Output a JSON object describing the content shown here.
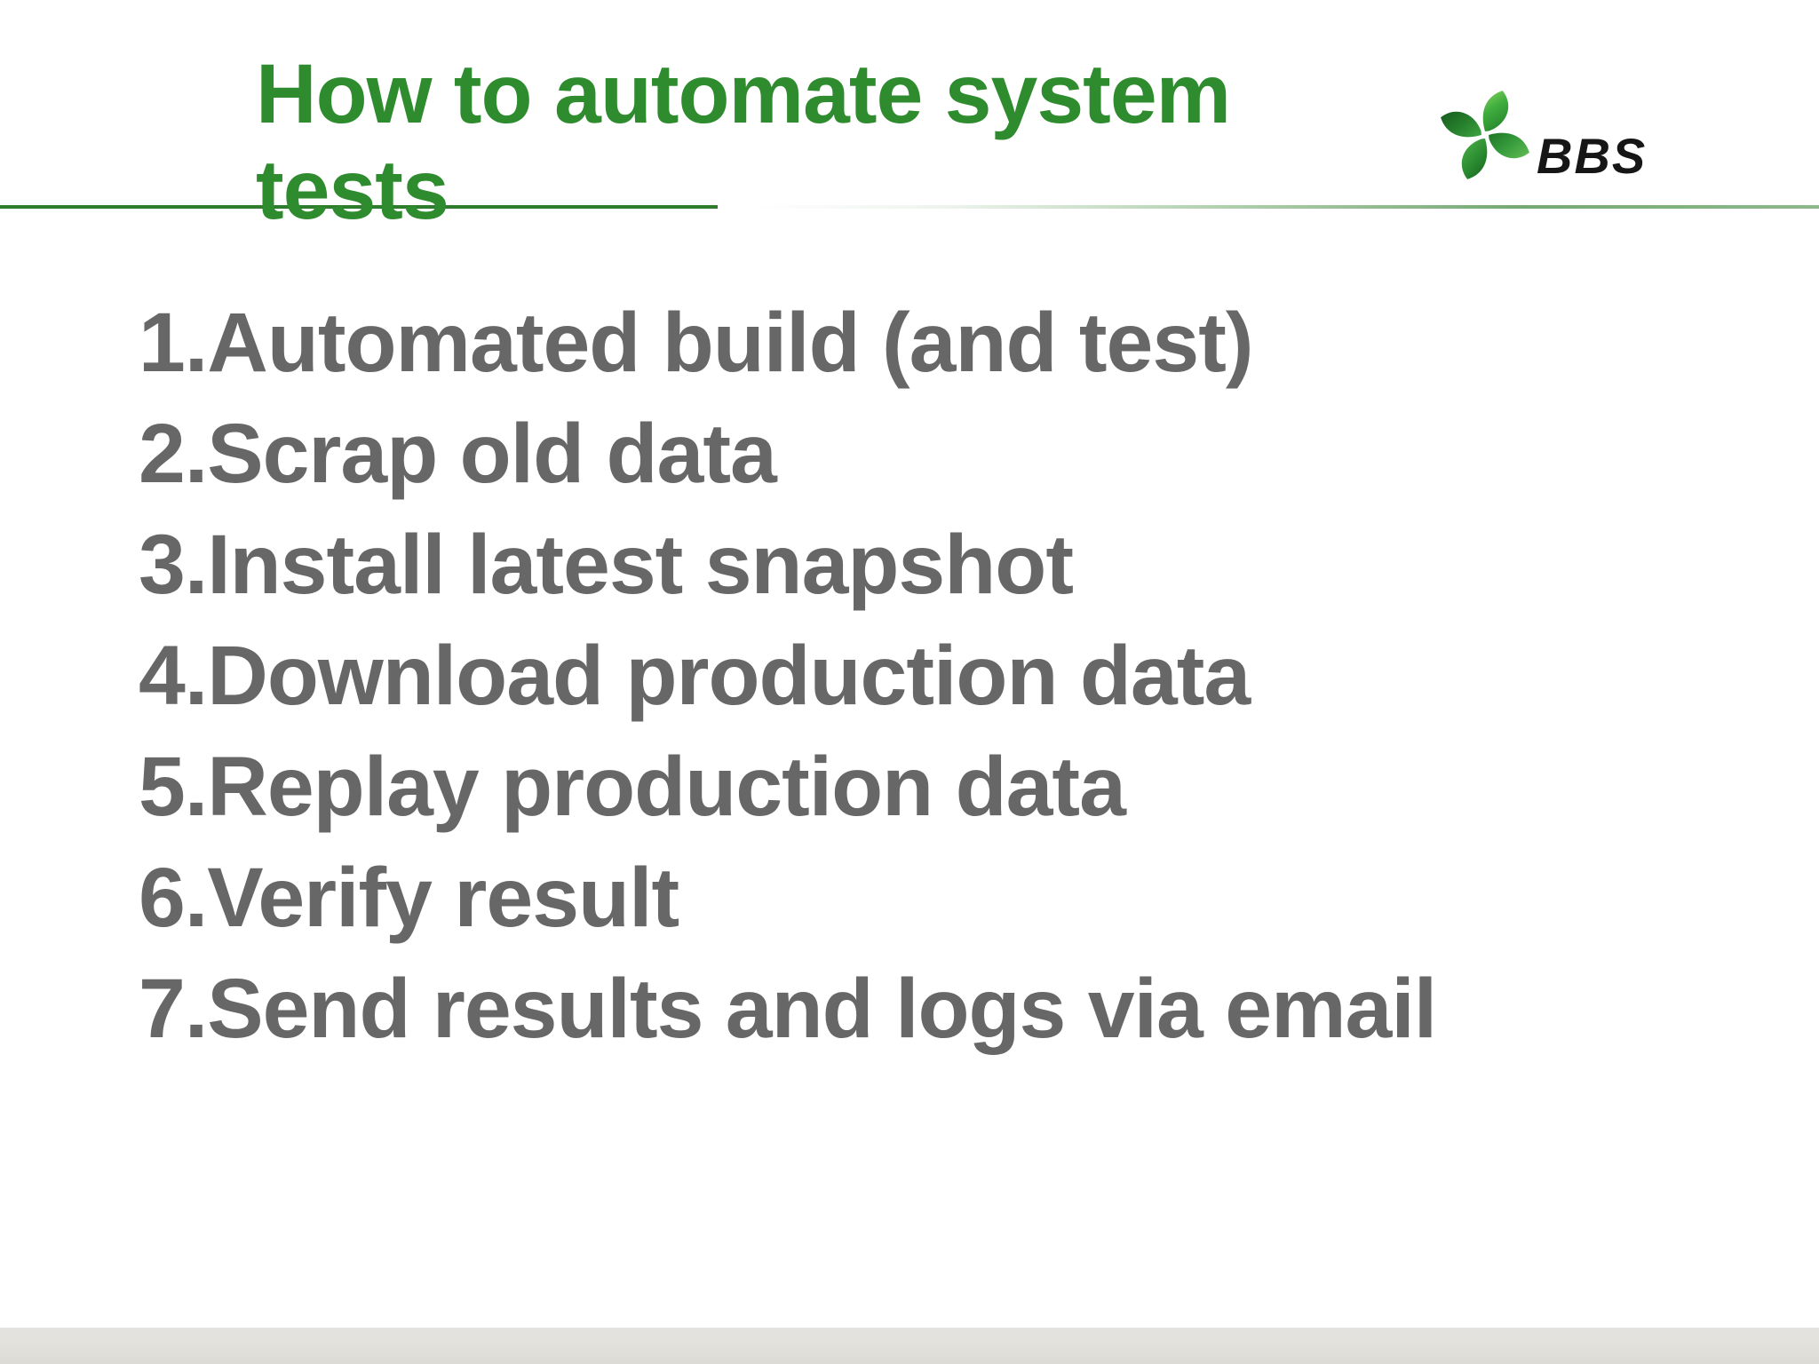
{
  "slide": {
    "title_line1": "How to automate system",
    "title_line2": "tests"
  },
  "logo": {
    "wordmark": "BBS",
    "icon": "bbs-pinwheel-logo-icon"
  },
  "list": {
    "items": [
      "1.Automated build (and test)",
      "2.Scrap old data",
      "3.Install latest snapshot",
      "4.Download production data",
      "5.Replay production data",
      "6.Verify result",
      "7.Send results and logs via email"
    ]
  },
  "colors": {
    "title_green": "#2e8c2e",
    "rule_green": "#2d7d2d",
    "rule_gradient_end": "#8cba89",
    "list_gray": "#676767",
    "footer_gray": "#e1e0db",
    "logo_black": "#161616",
    "logo_green_light": "#6fc04e",
    "logo_green_dark": "#1e6b23",
    "background": "#ffffff"
  }
}
